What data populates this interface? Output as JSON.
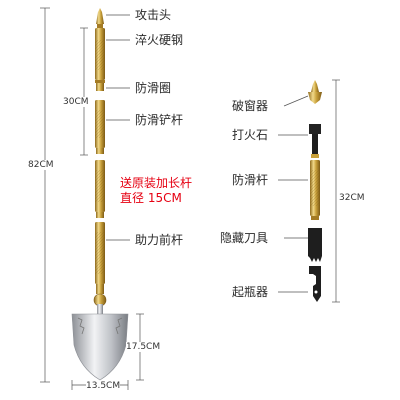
{
  "labels": {
    "attack_head": "攻击头",
    "quenched_steel": "淬火硬钢",
    "antislip_ring": "防滑圈",
    "antislip_shovel_rod": "防滑铲杆",
    "bonus_rod_line1": "送原装加长杆",
    "bonus_rod_line2": "直径 15CM",
    "assist_front_rod": "助力前杆",
    "window_breaker": "破窗器",
    "fire_starter": "打火石",
    "antislip_rod": "防滑杆",
    "hidden_knife": "隐藏刀具",
    "bottle_opener": "起瓶器"
  },
  "dimensions": {
    "total_length": "82CM",
    "segment_length": "30CM",
    "blade_length": "17.5CM",
    "blade_width": "13.5CM",
    "accessory_length": "32CM"
  },
  "colors": {
    "brass": "#c9a13b",
    "brass_light": "#f1d98a",
    "steel": "#c9ccd1",
    "black": "#1e1e1e",
    "accent_red": "#e60012",
    "line": "#555555"
  }
}
